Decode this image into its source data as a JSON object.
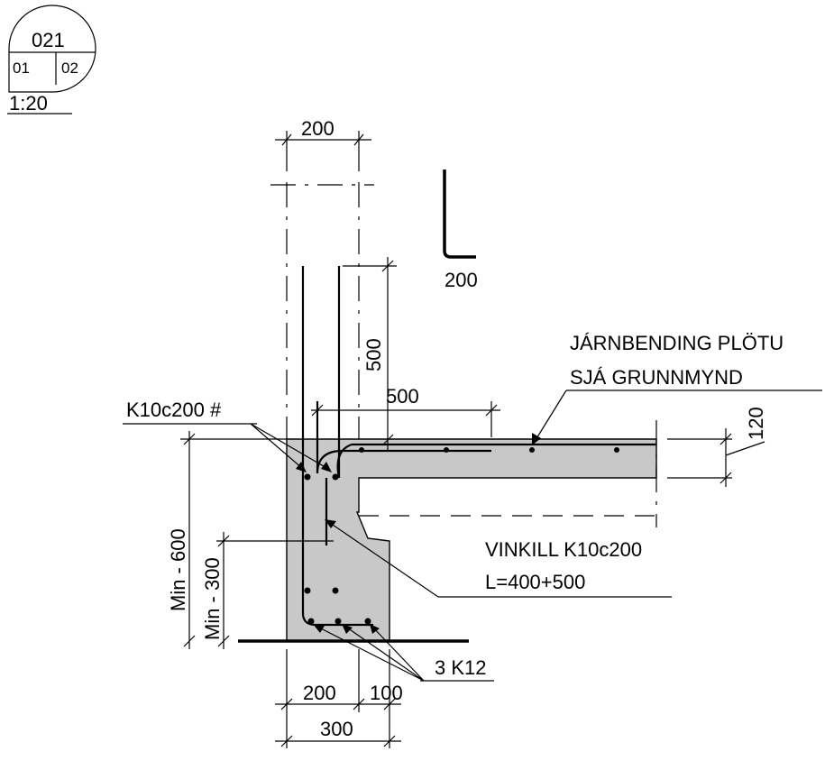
{
  "detail_tag": {
    "number": "021",
    "sheet_left": "01",
    "sheet_right": "02",
    "scale": "1:20"
  },
  "dimensions": {
    "wall_top_width": "200",
    "bar_leg_length": "200",
    "vertical_lap": "500",
    "horizontal_lap": "500",
    "slab_thickness": "120",
    "min_600": "Min - 600",
    "min_300": "Min - 300",
    "footing_200": "200",
    "footing_100": "100",
    "footing_300": "300"
  },
  "labels": {
    "slab_rebar_line1": "JÁRNBENDING PLÖTU",
    "slab_rebar_line2": "SJÁ GRUNNMYND",
    "wall_rebar": "K10c200 #",
    "angle_bar_line1": "VINKILL K10c200",
    "angle_bar_line2": "L=400+500",
    "bottom_bars": "3 K12"
  }
}
